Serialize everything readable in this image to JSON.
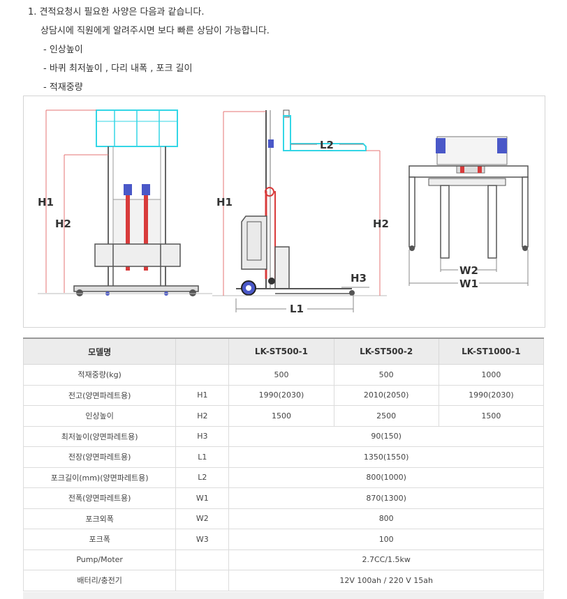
{
  "intro": {
    "line1": "1. 견적요청시 필요한 사양은 다음과 같습니다.",
    "line2": "상담시에 직원에게 알려주시면 보다 빠른 상담이 가능합니다.",
    "bullets": [
      "- 인상높이",
      "- 바퀴 최저높이 , 다리 내폭 , 포크 길이",
      "- 적재중량"
    ]
  },
  "diagram_labels": {
    "front_h1": "H1",
    "front_h2": "H2",
    "side_h1": "H1",
    "side_l2": "L2",
    "side_h2": "H2",
    "side_h3": "H3",
    "side_l1": "L1",
    "top_w2": "W2",
    "top_w1": "W1"
  },
  "table": {
    "headers": [
      "모델명",
      "",
      "LK-ST500-1",
      "LK-ST500-2",
      "LK-ST1000-1"
    ],
    "rows": [
      {
        "name": "적재중량(kg)",
        "code": "",
        "values": [
          "500",
          "500",
          "1000"
        ]
      },
      {
        "name": "전고(양면파레트용)",
        "code": "H1",
        "values": [
          "1990(2030)",
          "2010(2050)",
          "1990(2030)"
        ]
      },
      {
        "name": "인상높이",
        "code": "H2",
        "values": [
          "1500",
          "2500",
          "1500"
        ]
      },
      {
        "name": "최저높이(양면파레트용)",
        "code": "H3",
        "values": [
          "90(150)"
        ]
      },
      {
        "name": "전장(양면파레트용)",
        "code": "L1",
        "values": [
          "1350(1550)"
        ]
      },
      {
        "name": "포크길이(mm)(양면파레트용)",
        "code": "L2",
        "values": [
          "800(1000)"
        ]
      },
      {
        "name": "전폭(양면파레트용)",
        "code": "W1",
        "values": [
          "870(1300)"
        ]
      },
      {
        "name": "포크외폭",
        "code": "W2",
        "values": [
          "800"
        ]
      },
      {
        "name": "포크폭",
        "code": "W3",
        "values": [
          "100"
        ]
      },
      {
        "name": "Pump/Moter",
        "code": "",
        "values": [
          "2.7CC/1.5kw"
        ]
      },
      {
        "name": "배터리/충전기",
        "code": "",
        "values": [
          "12V 100ah / 220 V 15ah"
        ]
      }
    ]
  }
}
